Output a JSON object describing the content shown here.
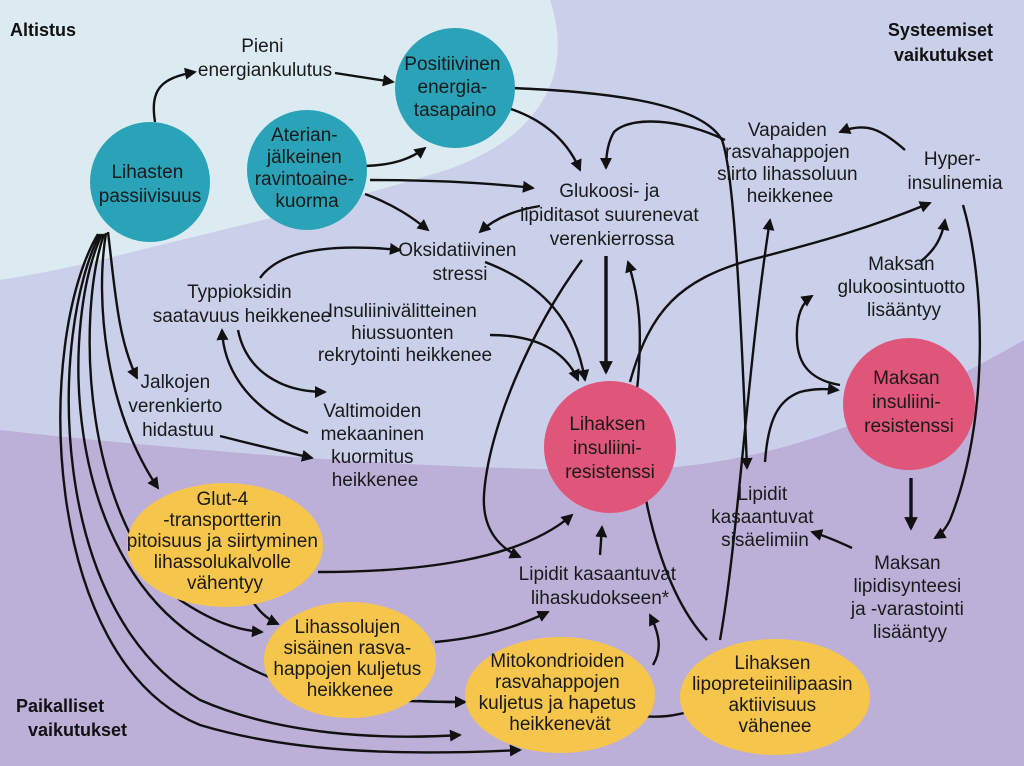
{
  "colors": {
    "top_region": "#dcebf2",
    "mid_region": "#cbd0ea",
    "bottom_region": "#bdb0d8",
    "teal_node": "#2aa2b8",
    "pink_node": "#e0557a",
    "yellow_node": "#f6c54c",
    "arrow": "#111111"
  },
  "headers": {
    "altistus": "Altistus",
    "systemic_1": "Systeemiset",
    "systemic_2": "vaikutukset",
    "local_1": "Paikalliset",
    "local_2": "vaikutukset"
  },
  "nodes": {
    "lihasten_passiivisuus": [
      "Lihasten",
      "passiivisuus"
    ],
    "pieni_energiankulutus": [
      "Pieni",
      "energiankulutus"
    ],
    "positiivinen_energiatasapaino": [
      "Positiivinen",
      "energia-",
      "tasapaino"
    ],
    "aterianjalkeinen": [
      "Aterian-",
      "jälkeinen",
      "ravintoaine-",
      "kuorma"
    ],
    "glukoosi_lipiditasot": [
      "Glukoosi- ja",
      "lipiditasot suurenevat",
      "verenkierrossa"
    ],
    "vapaiden_rasvahappojen": [
      "Vapaiden",
      "rasvahappojen",
      "siirto lihassoluun",
      "heikkenee"
    ],
    "hyperinsulinemia": [
      "Hyper-",
      "insulinemia"
    ],
    "oksidatiivinen_stressi": [
      "Oksidatiivinen",
      "stressi"
    ],
    "typpioksidin": [
      "Typpioksidin",
      "saatavuus heikkenee"
    ],
    "insuliinivalitteinen": [
      "Insuliinivälitteinen",
      "hiussuonten",
      "rekrytointi heikkenee"
    ],
    "maksan_glukoosintuotto": [
      "Maksan",
      "glukoosintuotto",
      "lisääntyy"
    ],
    "jalkojen_verenkierto": [
      "Jalkojen",
      "verenkierto",
      "hidastuu"
    ],
    "valtimoiden_kuormitus": [
      "Valtimoiden",
      "mekaaninen",
      "kuormitus",
      "heikkenee"
    ],
    "lihaksen_insuliiniresistenssi": [
      "Lihaksen",
      "insuliini-",
      "resistenssi"
    ],
    "maksan_insuliiniresistenssi": [
      "Maksan",
      "insuliini-",
      "resistenssi"
    ],
    "lipidit_sisaelimiin": [
      "Lipidit",
      "kasaantuvat",
      "sisäelimiin"
    ],
    "glut4": [
      "Glut-4",
      "-transportterin",
      "pitoisuus ja siirtyminen",
      "lihassolukalvolle",
      "vähentyy"
    ],
    "lipidit_lihaskudokseen": [
      "Lipidit kasaantuvat",
      "lihaskudokseen*"
    ],
    "maksan_lipidisynteesi": [
      "Maksan",
      "lipidisynteesi",
      "ja -varastointi",
      "lisääntyy"
    ],
    "lihassolujen_kuljetus": [
      "Lihassolujen",
      "sisäinen rasva-",
      "happojen kuljetus",
      "heikkenee"
    ],
    "mitokondrioiden": [
      "Mitokondrioiden",
      "rasvahappojen",
      "kuljetus ja hapetus",
      "heikkenevät"
    ],
    "lipoproteiinilipaasi": [
      "Lihaksen",
      "lipopreteiinilipaasin",
      "aktiivisuus",
      "vähenee"
    ]
  }
}
